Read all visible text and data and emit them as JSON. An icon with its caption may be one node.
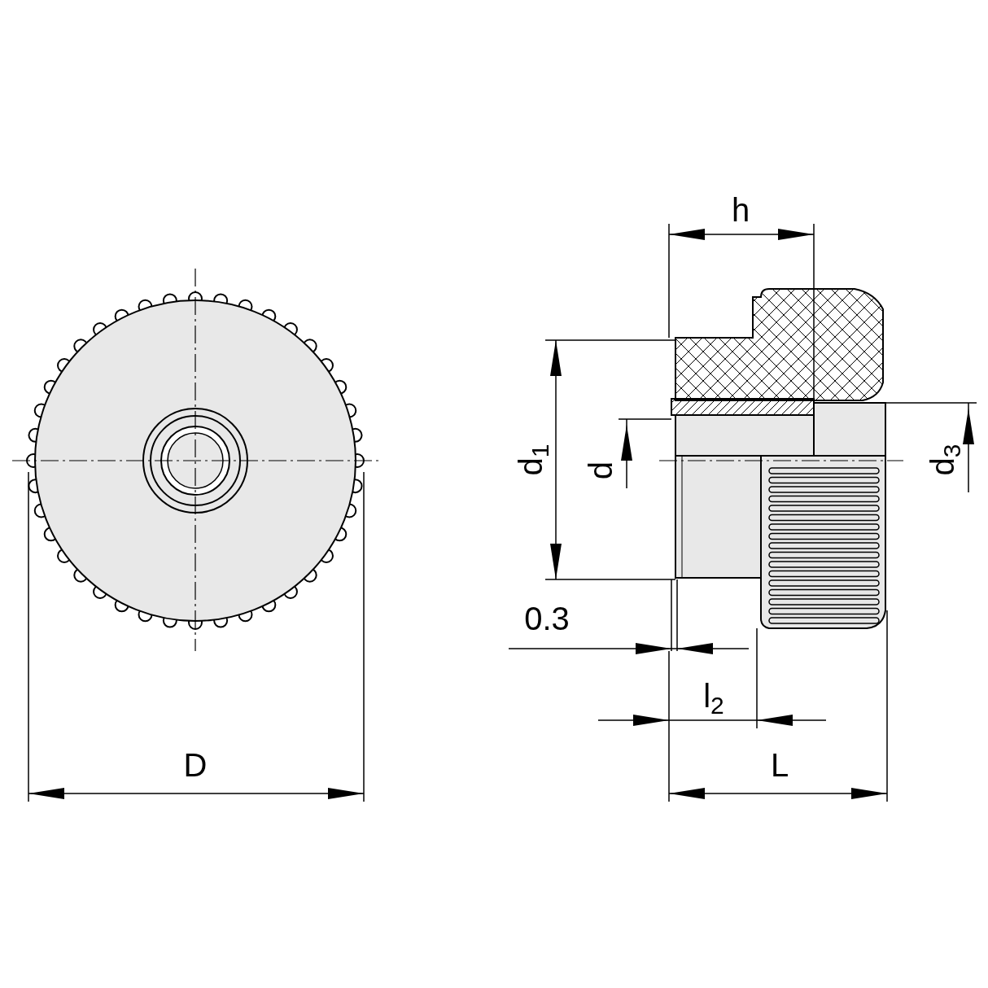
{
  "diagram": {
    "labels": [
      "h",
      "d$_{1}$",
      "d",
      "d$_{3}$",
      "0.3",
      "l$_{2}$",
      "D",
      "L"
    ]
  }
}
